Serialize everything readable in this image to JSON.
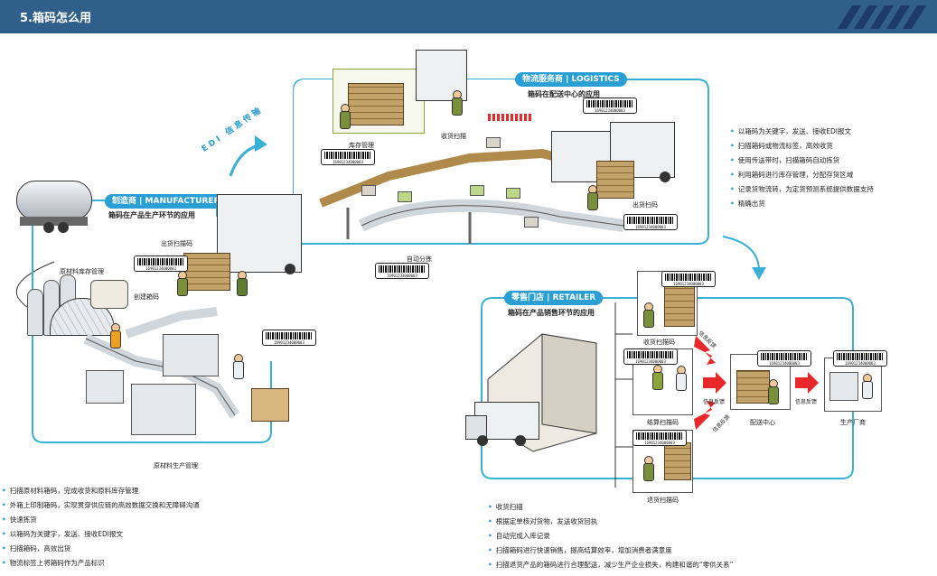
{
  "header": {
    "title": "5.箱码怎么用"
  },
  "edi_label": "EDI 信息传输",
  "manufacturers": {
    "tag": "制造商 | MANUFACTURERS",
    "subtitle": "箱码在产品生产环节的应用",
    "labels": {
      "ship_scan": "出货扫描码",
      "raw_storage": "原材料库存管理",
      "create_code": "创建箱码",
      "raw_production": "原材料生产管理"
    }
  },
  "logistics": {
    "tag": "物流服务商 | LOGISTICS",
    "subtitle": "箱码在配送中心的应用",
    "labels": {
      "inventory": "库存管理",
      "receive_scan": "收货扫描",
      "ship_scan": "出货扫码",
      "auto_sort": "自动分拣"
    }
  },
  "retailer": {
    "tag": "零售门店 | RETAILER",
    "subtitle": "箱码在产品销售环节的应用",
    "labels": {
      "receive_scan": "收货扫描码",
      "checkout_scan": "结算扫描码",
      "return_scan": "退货扫描码",
      "dc": "配送中心",
      "factory": "生产厂商",
      "feedback1": "信息反馈",
      "feedback2": "信息反馈",
      "feedback3": "信息反馈",
      "feedback4": "信息反馈"
    }
  },
  "barcode_number": "16901234000003",
  "logistics_bullets": [
    "以箱码为关键字，发送、接收EDI报文",
    "扫描箱码或物流标签，高效收货",
    "使用传送带时，扫描箱码自动拣货",
    "利用箱码进行库存管理，分配存货区域",
    "记录货物流转，为定货预测系统提供数据支持",
    "精确出货"
  ],
  "manufacturer_bullets": [
    "扫描原材料箱码，完成收货和原料库存管理",
    "外箱上印制箱码，实现贯穿供应链的高效数据交换和无障碍沟通",
    "快速拣货",
    "以箱码为关键字，发送、接收EDI报文",
    "扫描箱码，高效出货",
    "物流标签上将箱码作为产品标识"
  ],
  "retailer_bullets": [
    "收货扫描",
    "根据定单核对货物，发送收货回执",
    "自动完成入库记录",
    "扫描箱码进行快速销售，提高结算效率，增加消费者满意度",
    "扫描退货产品的箱码进行合理配送，减少生产企业损失，构建和谐的“零供关系”"
  ],
  "colors": {
    "header": "#2f5f8a",
    "accent": "#2a9fd4",
    "panel_border": "#3ab0d6",
    "arrow": "#e8282b"
  }
}
